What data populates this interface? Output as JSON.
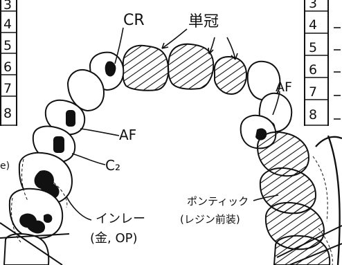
{
  "left_column": {
    "numbers": [
      "3",
      "4",
      "5",
      "6",
      "7",
      "8"
    ]
  },
  "right_column": {
    "numbers": [
      "3",
      "4",
      "5",
      "6",
      "7",
      "8"
    ]
  },
  "labels": {
    "cr": "CR",
    "tanrei": "単冠",
    "af_upper_right": "AF",
    "af_left": "AF",
    "c2": "C₂",
    "inlay_line1": "インレー",
    "inlay_line2": "(金, OP)",
    "bridge_line1": "ポンティック",
    "bridge_line2": "(レジン前装)",
    "edge_fragment": "e)"
  },
  "colors": {
    "ink": "#111111",
    "paper": "#ffffff"
  }
}
